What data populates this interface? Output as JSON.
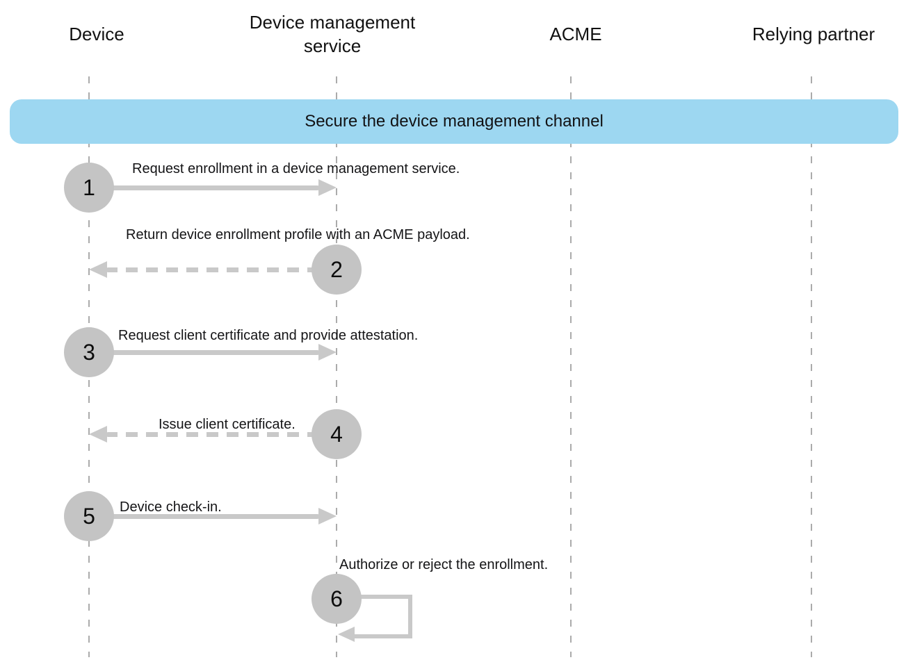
{
  "actors": [
    {
      "name": "Device"
    },
    {
      "name": "Device management service"
    },
    {
      "name": "ACME"
    },
    {
      "name": "Relying partner"
    }
  ],
  "banner": {
    "label": "Secure the device management channel",
    "background_color": "#9dd7f1"
  },
  "steps": [
    {
      "number": "1",
      "label": "Request enrollment in a device management service.",
      "from": "Device",
      "to": "Device management service",
      "line": "solid",
      "direction": "right"
    },
    {
      "number": "2",
      "label": "Return device enrollment profile with an ACME payload.",
      "from": "Device management service",
      "to": "Device",
      "line": "dashed",
      "direction": "left"
    },
    {
      "number": "3",
      "label": "Request client certificate and provide attestation.",
      "from": "Device",
      "to": "Device management service",
      "line": "solid",
      "direction": "right"
    },
    {
      "number": "4",
      "label": "Issue client certificate.",
      "from": "Device management service",
      "to": "Device",
      "line": "dashed",
      "direction": "left"
    },
    {
      "number": "5",
      "label": "Device check-in.",
      "from": "Device",
      "to": "Device management service",
      "line": "solid",
      "direction": "right"
    },
    {
      "number": "6",
      "label": "Authorize or reject the enrollment.",
      "from": "Device management service",
      "to": "Device management service",
      "line": "solid",
      "direction": "self"
    }
  ],
  "colors": {
    "banner_bg": "#9dd7f1",
    "step_circle": "#c4c4c4",
    "arrow": "#c9c9c9",
    "lifeline": "#ababab",
    "text": "#141416"
  }
}
